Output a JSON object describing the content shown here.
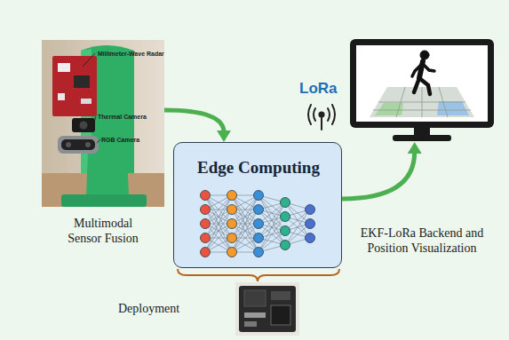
{
  "diagram": {
    "nodes": [
      {
        "text": [
          "Multimodal Sensor Fusion"
        ]
      },
      {
        "text": [
          "Edge Computing"
        ]
      },
      {
        "text": [
          "EKF-LoRa Backend and Position Visualization"
        ]
      },
      {
        "text": [
          "Deployment"
        ]
      }
    ],
    "edges": [
      {
        "from": 0,
        "to": 1,
        "arrow": "to"
      },
      {
        "from": 1,
        "to": 2,
        "arrow": "to"
      }
    ],
    "labels": [
      "Millimeter-Wave Radar",
      "Thermal Camera",
      "RGB Camera",
      "LoRa"
    ]
  }
}
